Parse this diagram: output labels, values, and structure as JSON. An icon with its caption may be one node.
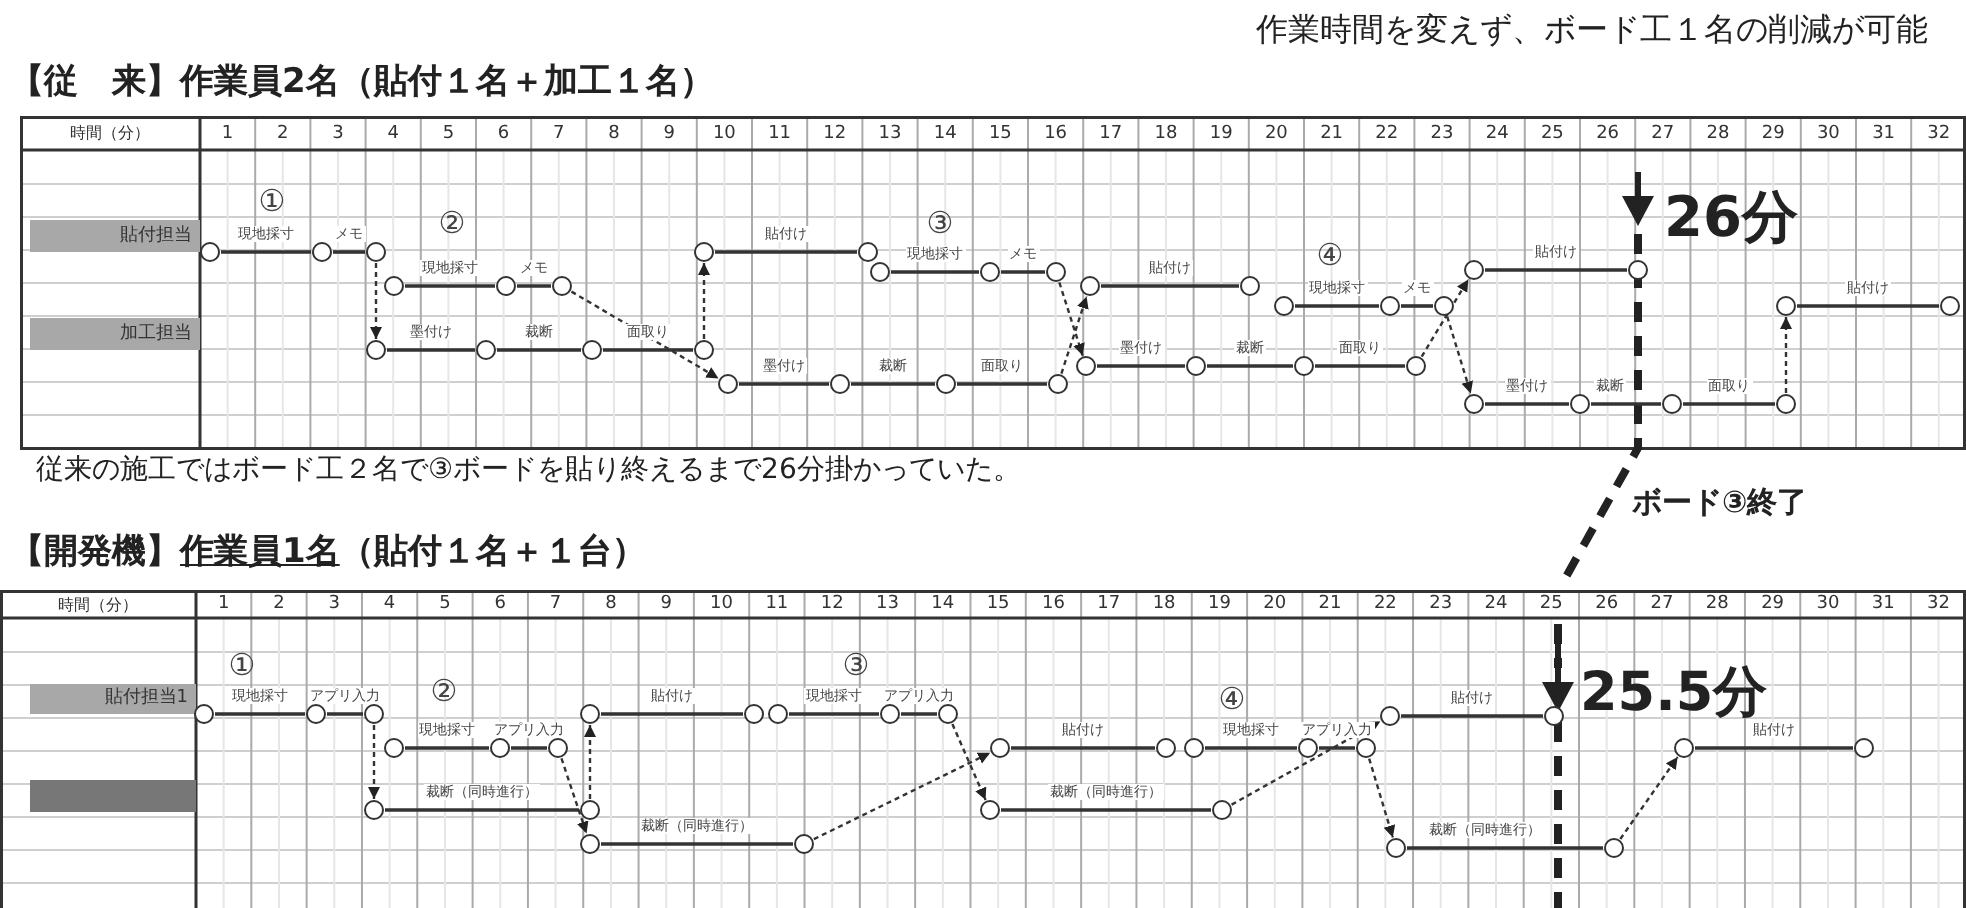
{
  "diagram": {
    "nodes": [
      {
        "text": [
          "貼付担当"
        ]
      },
      {
        "text": [
          "加工担当"
        ]
      },
      {
        "text": [],
        "shape": "circle"
      },
      {
        "text": [],
        "shape": "circle"
      },
      {
        "text": [],
        "shape": "circle"
      },
      {
        "text": [],
        "shape": "circle"
      },
      {
        "text": [],
        "shape": "circle"
      },
      {
        "text": [],
        "shape": "circle"
      },
      {
        "text": [],
        "shape": "circle"
      },
      {
        "text": [],
        "shape": "circle"
      },
      {
        "text": [],
        "shape": "circle"
      },
      {
        "text": [],
        "shape": "circle"
      },
      {
        "text": [],
        "shape": "circle"
      },
      {
        "text": [],
        "shape": "circle"
      },
      {
        "text": [],
        "shape": "circle"
      },
      {
        "text": [],
        "shape": "circle"
      },
      {
        "text": [],
        "shape": "circle"
      },
      {
        "text": [],
        "shape": "circle"
      },
      {
        "text": [],
        "shape": "circle"
      },
      {
        "text": [],
        "shape": "circle"
      },
      {
        "text": [],
        "shape": "circle"
      },
      {
        "text": [],
        "shape": "circle"
      },
      {
        "text": [],
        "shape": "circle"
      },
      {
        "text": [],
        "shape": "circle"
      },
      {
        "text": [],
        "shape": "circle"
      },
      {
        "text": [],
        "shape": "circle"
      },
      {
        "text": [],
        "shape": "circle"
      },
      {
        "text": [],
        "shape": "circle"
      },
      {
        "text": [],
        "shape": "circle"
      },
      {
        "text": [],
        "shape": "circle"
      },
      {
        "text": [],
        "shape": "circle"
      },
      {
        "text": [],
        "shape": "circle"
      },
      {
        "text": [],
        "shape": "circle"
      },
      {
        "text": [],
        "shape": "circle"
      },
      {
        "text": [],
        "shape": "circle"
      },
      {
        "text": [],
        "shape": "circle"
      },
      {
        "text": [],
        "shape": "circle"
      },
      {
        "text": [],
        "shape": "circle"
      },
      {
        "text": [
          "貼付担当1"
        ]
      },
      {
        "text": [],
        "shape": "bar"
      },
      {
        "text": [],
        "shape": "circle"
      },
      {
        "text": [],
        "shape": "circle"
      },
      {
        "text": [],
        "shape": "circle"
      },
      {
        "text": [],
        "shape": "circle"
      },
      {
        "text": [],
        "shape": "circle"
      },
      {
        "text": [],
        "shape": "circle"
      },
      {
        "text": [],
        "shape": "circle"
      },
      {
        "text": [],
        "shape": "circle"
      },
      {
        "text": [],
        "shape": "circle"
      },
      {
        "text": [],
        "shape": "circle"
      },
      {
        "text": [],
        "shape": "circle"
      },
      {
        "text": [],
        "shape": "circle"
      },
      {
        "text": [],
        "shape": "circle"
      },
      {
        "text": [],
        "shape": "circle"
      },
      {
        "text": [],
        "shape": "circle"
      },
      {
        "text": [],
        "shape": "circle"
      },
      {
        "text": [],
        "shape": "circle"
      },
      {
        "text": [],
        "shape": "circle"
      },
      {
        "text": [],
        "shape": "circle"
      },
      {
        "text": [],
        "shape": "circle"
      },
      {
        "text": [],
        "shape": "circle"
      },
      {
        "text": [],
        "shape": "circle"
      },
      {
        "text": [],
        "shape": "circle"
      },
      {
        "text": [],
        "shape": "circle"
      },
      {
        "text": [],
        "shape": "circle"
      },
      {
        "text": [],
        "shape": "circle"
      },
      {
        "text": [],
        "shape": "circle"
      },
      {
        "text": [],
        "shape": "circle"
      }
    ],
    "edges": [
      {
        "from": 2,
        "to": 3,
        "arrow": "none",
        "label": "現地採寸"
      },
      {
        "from": 3,
        "to": 4,
        "arrow": "none",
        "label": "メモ"
      },
      {
        "from": 5,
        "to": 6,
        "arrow": "none",
        "label": "現地採寸"
      },
      {
        "from": 6,
        "to": 7,
        "arrow": "none",
        "label": "メモ"
      },
      {
        "from": 8,
        "to": 9,
        "arrow": "none",
        "label": "墨付け"
      },
      {
        "from": 9,
        "to": 10,
        "arrow": "none",
        "label": "裁断"
      },
      {
        "from": 10,
        "to": 11,
        "arrow": "none",
        "label": "面取り"
      },
      {
        "from": 12,
        "to": 13,
        "arrow": "none",
        "label": "貼付け"
      },
      {
        "from": 14,
        "to": 15,
        "arrow": "none",
        "label": "墨付け"
      },
      {
        "from": 15,
        "to": 16,
        "arrow": "none",
        "label": "裁断"
      },
      {
        "from": 16,
        "to": 17,
        "arrow": "none",
        "label": "面取り"
      },
      {
        "from": 18,
        "to": 19,
        "arrow": "none",
        "label": "現地採寸"
      },
      {
        "from": 19,
        "to": 20,
        "arrow": "none",
        "label": "メモ"
      },
      {
        "from": 21,
        "to": 23,
        "arrow": "none",
        "label": "貼付け"
      },
      {
        "from": 22,
        "to": 24,
        "arrow": "none",
        "label": "墨付け"
      },
      {
        "from": 24,
        "to": 25,
        "arrow": "none",
        "label": "裁断"
      },
      {
        "from": 25,
        "to": 26,
        "arrow": "none",
        "label": "面取り"
      },
      {
        "from": 27,
        "to": 28,
        "arrow": "none",
        "label": "現地採寸"
      },
      {
        "from": 28,
        "to": 29,
        "arrow": "none",
        "label": "メモ"
      },
      {
        "from": 30,
        "to": 31,
        "arrow": "none",
        "label": "貼付け"
      },
      {
        "from": 32,
        "to": 33,
        "arrow": "none",
        "label": "墨付け"
      },
      {
        "from": 33,
        "to": 34,
        "arrow": "none",
        "label": "裁断"
      },
      {
        "from": 34,
        "to": 35,
        "arrow": "none",
        "label": "面取り"
      },
      {
        "from": 36,
        "to": 37,
        "arrow": "none",
        "label": "貼付け"
      },
      {
        "from": 4,
        "to": 8,
        "arrow": "to",
        "style": "dashed"
      },
      {
        "from": 7,
        "to": 14,
        "arrow": "to",
        "style": "dashed"
      },
      {
        "from": 11,
        "to": 12,
        "arrow": "to",
        "style": "dashed"
      },
      {
        "from": 17,
        "to": 21,
        "arrow": "to",
        "style": "dashed"
      },
      {
        "from": 20,
        "to": 22,
        "arrow": "to",
        "style": "dashed"
      },
      {
        "from": 26,
        "to": 30,
        "arrow": "to",
        "style": "dashed"
      },
      {
        "from": 29,
        "to": 32,
        "arrow": "to",
        "style": "dashed"
      },
      {
        "from": 35,
        "to": 36,
        "arrow": "to",
        "style": "dashed"
      },
      {
        "from": 40,
        "to": 41,
        "arrow": "none",
        "label": "現地採寸"
      },
      {
        "from": 41,
        "to": 42,
        "arrow": "none",
        "label": "アプリ入力"
      },
      {
        "from": 43,
        "to": 44,
        "arrow": "none",
        "label": "現地採寸"
      },
      {
        "from": 44,
        "to": 45,
        "arrow": "none",
        "label": "アプリ入力"
      },
      {
        "from": 46,
        "to": 47,
        "arrow": "none",
        "label": "裁断（同時進行）"
      },
      {
        "from": 48,
        "to": 50,
        "arrow": "none",
        "label": "貼付け"
      },
      {
        "from": 49,
        "to": 51,
        "arrow": "none",
        "label": "裁断（同時進行）"
      },
      {
        "from": 52,
        "to": 53,
        "arrow": "none",
        "label": "現地採寸"
      },
      {
        "from": 53,
        "to": 54,
        "arrow": "none",
        "label": "アプリ入力"
      },
      {
        "from": 55,
        "to": 57,
        "arrow": "none",
        "label": "貼付け"
      },
      {
        "from": 56,
        "to": 58,
        "arrow": "none",
        "label": "裁断（同時進行）"
      },
      {
        "from": 59,
        "to": 60,
        "arrow": "none",
        "label": "現地採寸"
      },
      {
        "from": 60,
        "to": 61,
        "arrow": "none",
        "label": "アプリ入力"
      },
      {
        "from": 62,
        "to": 64,
        "arrow": "none",
        "label": "貼付け"
      },
      {
        "from": 63,
        "to": 65,
        "arrow": "none",
        "label": "裁断（同時進行）"
      },
      {
        "from": 66,
        "to": 67,
        "arrow": "none",
        "label": "貼付け"
      },
      {
        "from": 42,
        "to": 46,
        "arrow": "to",
        "style": "dashed"
      },
      {
        "from": 47,
        "to": 48,
        "arrow": "to",
        "style": "dashed"
      },
      {
        "from": 45,
        "to": 49,
        "arrow": "to",
        "style": "dashed"
      },
      {
        "from": 51,
        "to": 55,
        "arrow": "to",
        "style": "dashed"
      },
      {
        "from": 54,
        "to": 56,
        "arrow": "to",
        "style": "dashed"
      },
      {
        "from": 58,
        "to": 62,
        "arrow": "to",
        "style": "dashed"
      },
      {
        "from": 61,
        "to": 63,
        "arrow": "to",
        "style": "dashed"
      },
      {
        "from": 65,
        "to": 66,
        "arrow": "to",
        "style": "dashed"
      }
    ],
    "labels": [
      "作業時間を変えず、ボード工１名の削減が可能",
      "【従　来】作業員2名（貼付１名＋加工１名）",
      "時間（分）",
      "1",
      "2",
      "3",
      "4",
      "5",
      "6",
      "7",
      "8",
      "9",
      "10",
      "11",
      "12",
      "13",
      "14",
      "15",
      "16",
      "17",
      "18",
      "19",
      "20",
      "21",
      "22",
      "23",
      "24",
      "25",
      "26",
      "27",
      "28",
      "29",
      "30",
      "31",
      "32",
      "①",
      "②",
      "③",
      "④",
      "26分",
      "従来の施工ではボード工２名で③ボードを貼り終えるまで26分掛かっていた。",
      "ボード③終了",
      "【開発機】",
      "作業員1名",
      "（貼付１名＋１台）",
      "時間（分）",
      "1",
      "2",
      "3",
      "4",
      "5",
      "6",
      "7",
      "8",
      "9",
      "10",
      "11",
      "12",
      "13",
      "14",
      "15",
      "16",
      "17",
      "18",
      "19",
      "20",
      "21",
      "22",
      "23",
      "24",
      "25",
      "26",
      "27",
      "28",
      "29",
      "30",
      "31",
      "32",
      "①",
      "②",
      "③",
      "④",
      "25.5分"
    ]
  }
}
